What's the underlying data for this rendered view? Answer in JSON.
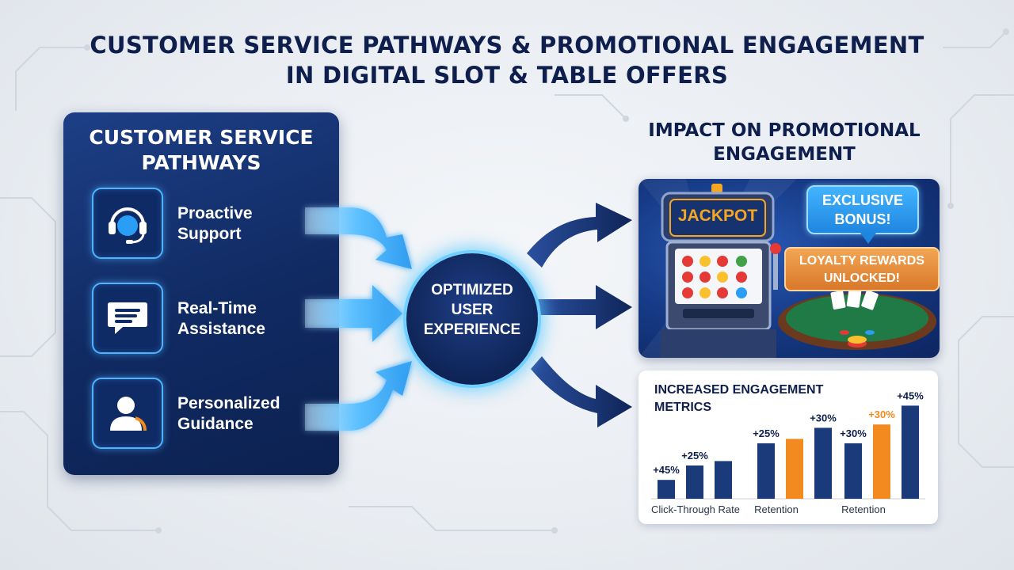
{
  "title": {
    "line1": "CUSTOMER SERVICE PATHWAYS & PROMOTIONAL ENGAGEMENT",
    "line2": "IN DIGITAL SLOT & TABLE OFFERS"
  },
  "left_panel": {
    "title_line1": "CUSTOMER SERVICE",
    "title_line2": "PATHWAYS",
    "items": [
      {
        "line1": "Proactive",
        "line2": "Support",
        "icon": "headset-icon"
      },
      {
        "line1": "Real-Time",
        "line2": "Assistance",
        "icon": "chat-icon"
      },
      {
        "line1": "Personalized",
        "line2": "Guidance",
        "icon": "user-icon"
      }
    ]
  },
  "hub": {
    "line1": "OPTIMIZED",
    "line2": "USER",
    "line3": "EXPERIENCE"
  },
  "impact": {
    "title_line1": "IMPACT ON PROMOTIONAL",
    "title_line2": "ENGAGEMENT",
    "jackpot_label": "JACKPOT",
    "bonus_line1": "EXCLUSIVE",
    "bonus_line2": "BONUS!",
    "loyalty_line1": "LOYALTY REWARDS",
    "loyalty_line2": "UNLOCKED!"
  },
  "colors": {
    "navy": "#0f1f4d",
    "panel_blue": "#102a62",
    "glow_blue": "#4fb3ff",
    "bar_navy": "#1b3a7a",
    "bar_orange": "#f28a1f"
  },
  "chart_data": {
    "type": "bar",
    "title_line1": "INCREASED ENGAGEMENT",
    "title_line2": "METRICS",
    "groups": [
      {
        "label": "Click-Through Rate",
        "bars": [
          {
            "value": 0.17,
            "color": "navy",
            "data_label": "+45%"
          },
          {
            "value": 0.3,
            "color": "navy",
            "data_label": "+25%"
          },
          {
            "value": 0.34,
            "color": "navy",
            "data_label": ""
          }
        ]
      },
      {
        "label": "Retention",
        "bars": [
          {
            "value": 0.5,
            "color": "navy",
            "data_label": "+25%"
          },
          {
            "value": 0.54,
            "color": "orange",
            "data_label": ""
          },
          {
            "value": 0.64,
            "color": "navy",
            "data_label": "+30%"
          }
        ]
      },
      {
        "label": "Retention",
        "bars": [
          {
            "value": 0.5,
            "color": "navy",
            "data_label": "+30%"
          },
          {
            "value": 0.67,
            "color": "orange",
            "data_label": "+30%"
          },
          {
            "value": 0.84,
            "color": "navy",
            "data_label": "+45%"
          }
        ]
      }
    ],
    "ylim": [
      0,
      1
    ],
    "grid": false,
    "legend": "none"
  }
}
